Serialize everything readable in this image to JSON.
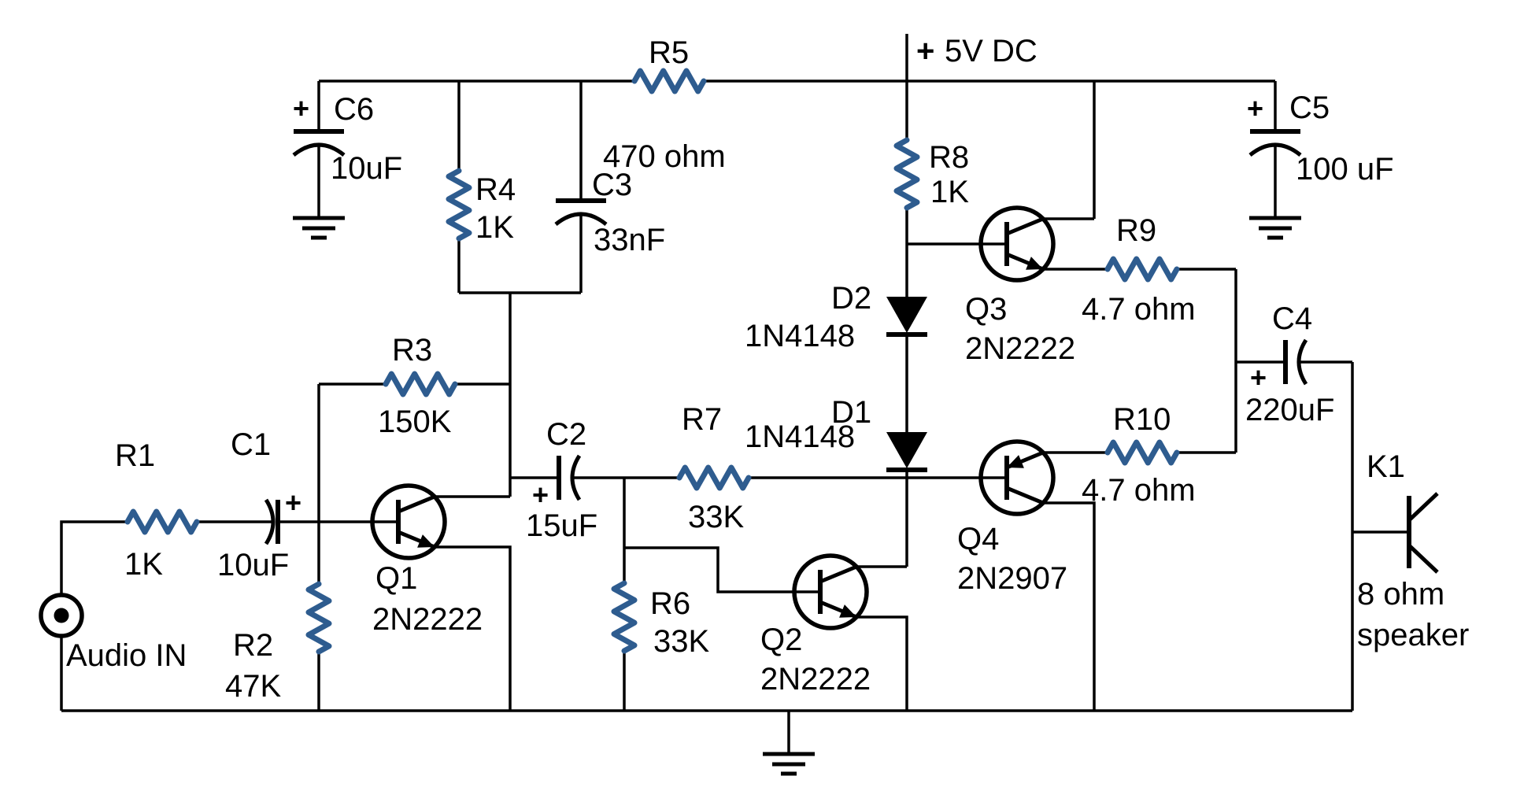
{
  "colors": {
    "wire": "#000000",
    "resistor": "#2e5c8f",
    "text": "#000000",
    "background": "#ffffff"
  },
  "power_rail": {
    "plus": "+",
    "label": "5V DC"
  },
  "input": {
    "label": "Audio IN"
  },
  "output_jack": {
    "ref": "K1",
    "value_line1": "8 ohm",
    "value_line2": "speaker"
  },
  "resistors": {
    "r1": {
      "ref": "R1",
      "value": "1K"
    },
    "r2": {
      "ref": "R2",
      "value": "47K"
    },
    "r3": {
      "ref": "R3",
      "value": "150K"
    },
    "r4": {
      "ref": "R4",
      "value": "1K"
    },
    "r5": {
      "ref": "R5",
      "value": "470 ohm"
    },
    "r6": {
      "ref": "R6",
      "value": "33K"
    },
    "r7": {
      "ref": "R7",
      "value": "33K"
    },
    "r8": {
      "ref": "R8",
      "value": "1K"
    },
    "r9": {
      "ref": "R9",
      "value": "4.7 ohm"
    },
    "r10": {
      "ref": "R10",
      "value": "4.7 ohm"
    }
  },
  "capacitors": {
    "c1": {
      "ref": "C1",
      "value": "10uF",
      "polarity": "+"
    },
    "c2": {
      "ref": "C2",
      "value": "15uF",
      "polarity": "+"
    },
    "c3": {
      "ref": "C3",
      "value": "33nF"
    },
    "c4": {
      "ref": "C4",
      "value": "220uF",
      "polarity": "+"
    },
    "c5": {
      "ref": "C5",
      "value": "100 uF",
      "polarity": "+"
    },
    "c6": {
      "ref": "C6",
      "value": "10uF",
      "polarity": "+"
    }
  },
  "transistors": {
    "q1": {
      "ref": "Q1",
      "part": "2N2222"
    },
    "q2": {
      "ref": "Q2",
      "part": "2N2222"
    },
    "q3": {
      "ref": "Q3",
      "part": "2N2222"
    },
    "q4": {
      "ref": "Q4",
      "part": "2N2907"
    }
  },
  "diodes": {
    "d1": {
      "ref": "D1",
      "part": "1N4148"
    },
    "d2": {
      "ref": "D2",
      "part": "1N4148"
    }
  }
}
